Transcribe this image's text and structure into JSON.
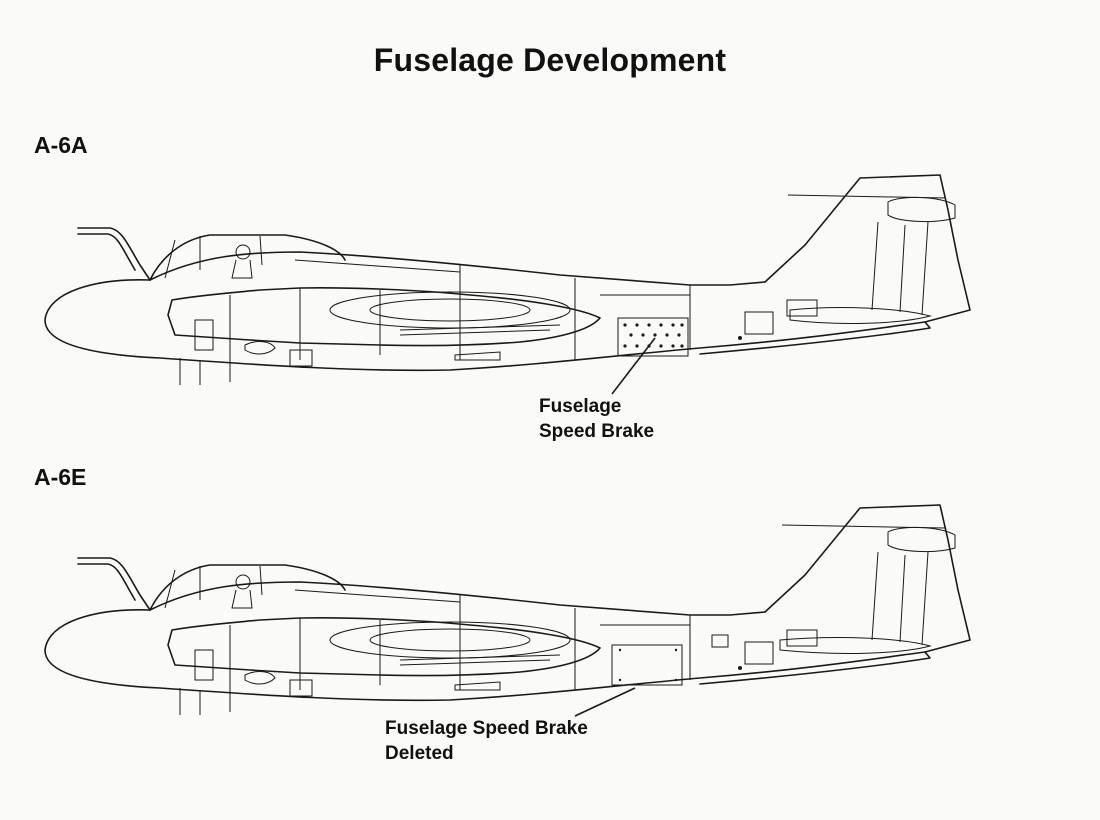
{
  "title": "Fuselage Development",
  "aircraft": [
    {
      "label": "A-6A",
      "callout": [
        "Fuselage",
        "Speed Brake"
      ]
    },
    {
      "label": "A-6E",
      "callout": [
        "Fuselage Speed Brake",
        "Deleted"
      ]
    }
  ]
}
